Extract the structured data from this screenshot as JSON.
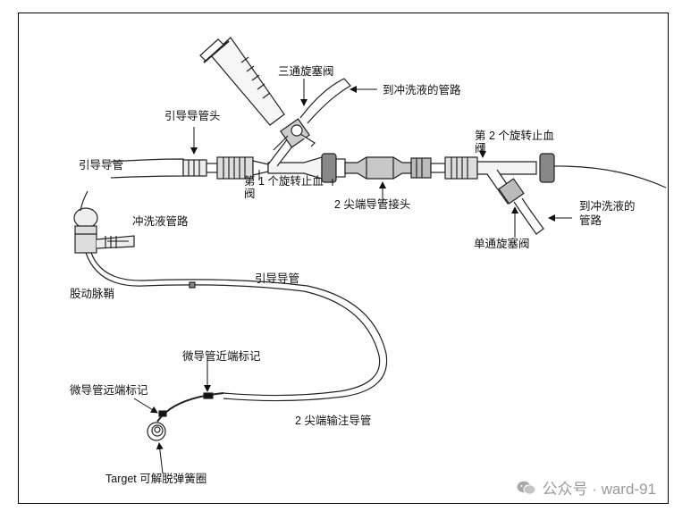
{
  "labels": {
    "three_way_stopcock": "三通旋塞阀",
    "to_flush_tube_top": "到冲洗液的管路",
    "guide_catheter_hub": "引导导管头",
    "guide_catheter_left": "引导导管",
    "rhv1_line1": "第 1 个旋转止血",
    "rhv1_line2": "阀",
    "rhv2_line1": "第 2 个旋转止血",
    "rhv2_line2": "阀",
    "two_tip_connector": "2 尖端导管接头",
    "to_flush_right_line1": "到冲洗液的",
    "to_flush_right_line2": "管路",
    "one_way_stopcock": "单通旋塞阀",
    "flush_line": "冲洗液管路",
    "femoral_sheath": "股动脉鞘",
    "guide_catheter_mid": "引导导管",
    "micro_proximal_marker": "微导管近端标记",
    "micro_distal_marker": "微导管远端标记",
    "two_tip_infusion": "2 尖端输注导管",
    "target_coil": "Target 可解脱弹簧圈"
  },
  "watermark": {
    "text": "公众号 · ward-91",
    "icon": "wechat-icon"
  }
}
